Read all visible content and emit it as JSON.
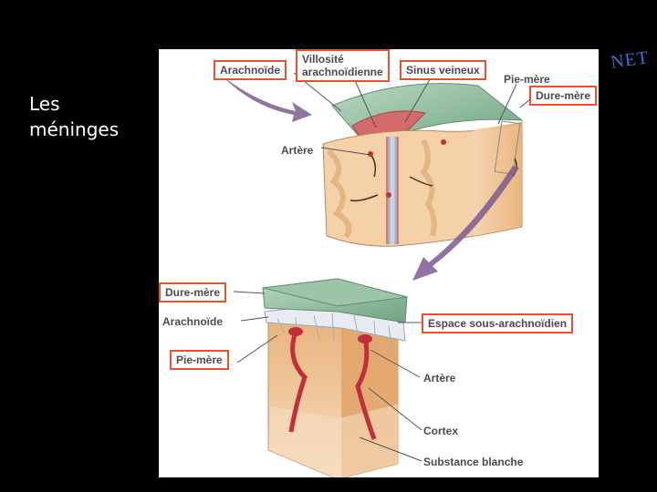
{
  "slide": {
    "title_line1": "Les",
    "title_line2": "méninges",
    "watermark": "NET"
  },
  "diagram": {
    "top": {
      "arachnoide": "Arachnoïde",
      "villosite_line1": "Villosité",
      "villosite_line2": "arachnoïdienne",
      "sinus_veineux": "Sinus veineux",
      "pie_mere": "Pie-mère",
      "dure_mere": "Dure-mère",
      "artere": "Artère"
    },
    "bottom": {
      "dure_mere": "Dure-mère",
      "arachnoide": "Arachnoïde",
      "pie_mere": "Pie-mère",
      "espace": "Espace sous-arachnoïdien",
      "artere": "Artère",
      "cortex": "Cortex",
      "substance_blanche": "Substance blanche"
    }
  },
  "colors": {
    "highlight_border": "#e8522a",
    "dura": "#7fb08f",
    "tissue": "#f2c79a",
    "artery": "#c0303a"
  }
}
